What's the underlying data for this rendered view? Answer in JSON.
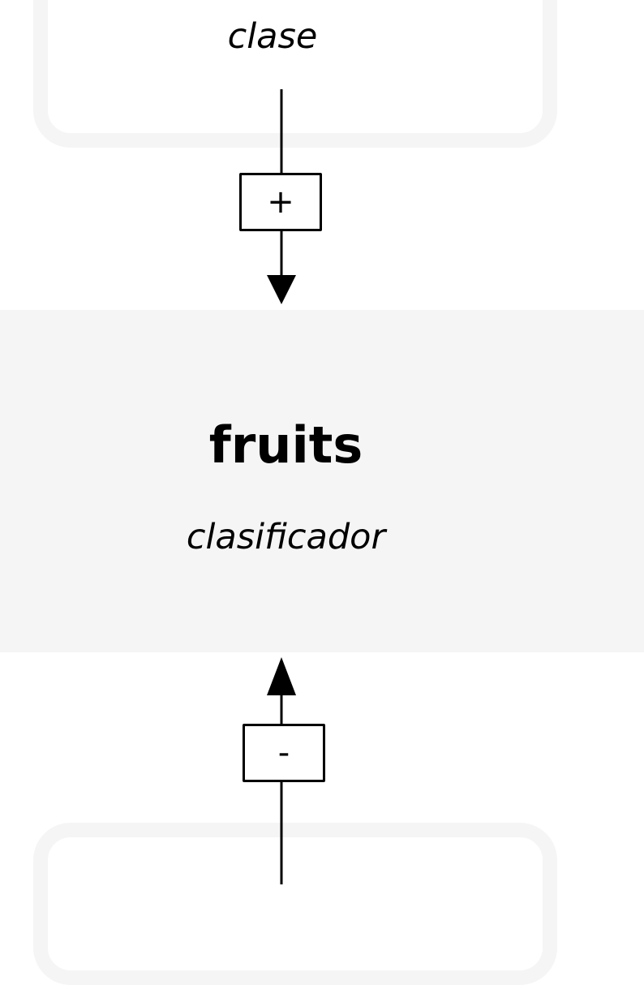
{
  "top_node": {
    "label": "clase"
  },
  "central_node": {
    "title": "fruits",
    "subtitle": "clasificador"
  },
  "connectors": {
    "incoming_sign": "+",
    "outgoing_sign": "-"
  },
  "colors": {
    "panel": "#f5f5f5",
    "line": "#000000",
    "background": "#ffffff"
  }
}
